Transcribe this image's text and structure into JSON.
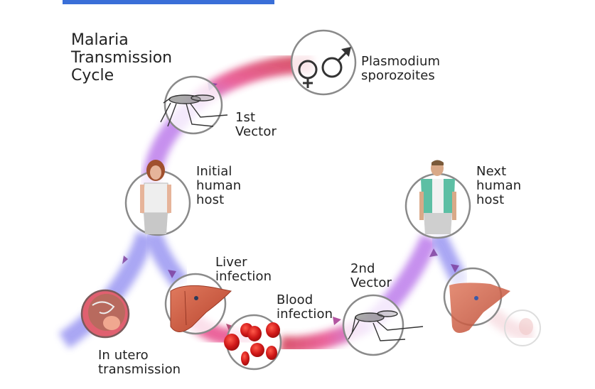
{
  "banner": {
    "color": "#3a6fd8"
  },
  "diagram": {
    "title": "Malaria\nTransmission\nCycle",
    "colors": {
      "pathway_pink": "#e4307a",
      "pathway_red": "#cc1f3a",
      "pathway_violet": "#b36ae8",
      "pathway_blue": "#8c88f0",
      "node_ring": "#8a8a8a",
      "liver": "#c9553e",
      "blood_cell": "#d01818"
    },
    "nodes": [
      {
        "id": "sporozoites",
        "label": "Plasmodium\nsporozoites",
        "icon": "male-female-symbols-icon"
      },
      {
        "id": "first-vector",
        "label": "1st\nVector",
        "icon": "mosquito-icon"
      },
      {
        "id": "initial-host",
        "label": "Initial\nhuman\nhost",
        "icon": "woman-figure-icon"
      },
      {
        "id": "liver",
        "label": "Liver\ninfection",
        "icon": "liver-icon"
      },
      {
        "id": "blood",
        "label": "Blood\ninfection",
        "icon": "red-blood-cells-icon"
      },
      {
        "id": "second-vector",
        "label": "2nd\nVector",
        "icon": "mosquito-icon"
      },
      {
        "id": "next-host",
        "label": "Next\nhuman\nhost",
        "icon": "man-figure-icon"
      },
      {
        "id": "in-utero",
        "label": "In utero\ntransmission",
        "icon": "fetus-icon"
      },
      {
        "id": "next-liver",
        "label": "",
        "icon": "liver-icon"
      }
    ]
  }
}
